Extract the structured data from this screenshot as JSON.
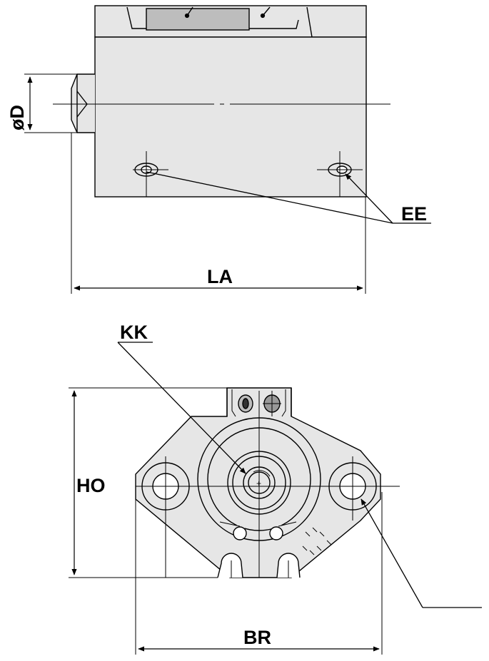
{
  "labels": {
    "diameter": "øD",
    "ee": "EE",
    "la": "LA",
    "kk": "KK",
    "ho": "HO",
    "br": "BR"
  },
  "colors": {
    "body_fill": "#e6e6e6",
    "line": "#000000",
    "dark_fill": "#999999",
    "background": "#ffffff"
  }
}
